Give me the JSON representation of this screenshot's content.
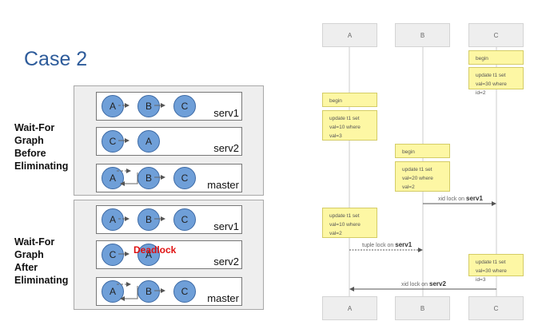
{
  "title": "Case 2",
  "wait_for_graphs": [
    {
      "label_lines": [
        "Wait-For",
        "Graph",
        "Before",
        "Eliminating"
      ],
      "rows": [
        {
          "server": "serv1",
          "nodes": [
            "A",
            "B",
            "C"
          ]
        },
        {
          "server": "serv2",
          "nodes": [
            "C",
            "A"
          ]
        },
        {
          "server": "master",
          "nodes": [
            "A",
            "B",
            "C"
          ]
        }
      ]
    },
    {
      "label_lines": [
        "Wait-For",
        "Graph",
        "After",
        "Eliminating"
      ],
      "rows": [
        {
          "server": "serv1",
          "nodes": [
            "A",
            "B",
            "C"
          ]
        },
        {
          "server": "serv2",
          "nodes": [
            "C",
            "A"
          ],
          "annotation": "Deadlock"
        },
        {
          "server": "master",
          "nodes": [
            "A",
            "B",
            "C"
          ]
        }
      ]
    }
  ],
  "sequence": {
    "actors": [
      "A",
      "B",
      "C"
    ],
    "notes": [
      {
        "actor": "C",
        "lines": [
          "begin"
        ]
      },
      {
        "actor": "C",
        "lines": [
          "update t1 set",
          "val=30 where id=2"
        ]
      },
      {
        "actor": "A",
        "lines": [
          "begin"
        ]
      },
      {
        "actor": "A",
        "lines": [
          "update t1 set",
          "val=10 where",
          "val=3"
        ]
      },
      {
        "actor": "B",
        "lines": [
          "begin"
        ]
      },
      {
        "actor": "B",
        "lines": [
          "update t1 set",
          "val=20 where",
          "val=2"
        ]
      },
      {
        "actor": "A",
        "lines": [
          "update t1 set",
          "val=10 where",
          "val=2"
        ]
      },
      {
        "actor": "C",
        "lines": [
          "update t1 set",
          "val=30 where id=3"
        ]
      }
    ],
    "messages": [
      {
        "from": "B",
        "to": "C",
        "text": "xid lock on",
        "server": "serv1",
        "style": "solid"
      },
      {
        "from": "A",
        "to": "B",
        "text": "tuple lock on",
        "server": "serv1",
        "style": "dashed"
      },
      {
        "from": "C",
        "to": "A",
        "text": "xid lock on",
        "server": "serv2",
        "style": "solid"
      }
    ]
  }
}
